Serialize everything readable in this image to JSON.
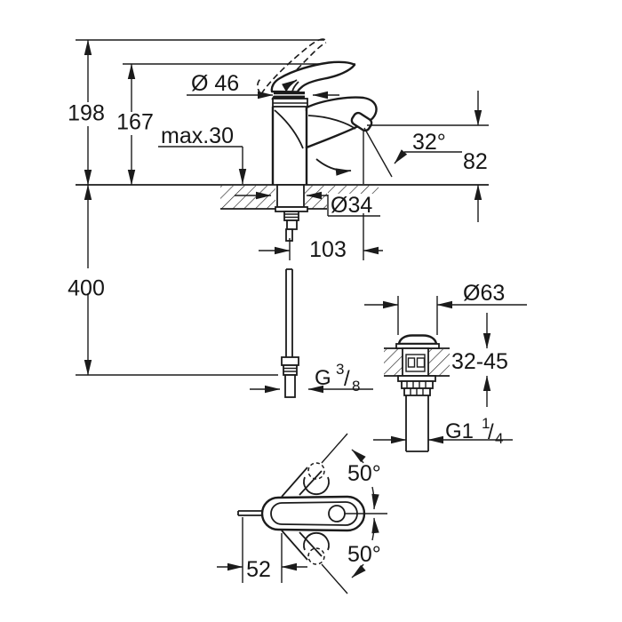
{
  "drawing": {
    "type": "technical-dimension-drawing",
    "subject": "single-lever basin mixer faucet with pop-up waste valve",
    "background_color": "#ffffff",
    "line_color": "#1b1b1b",
    "views": [
      "side-elevation",
      "waste-valve-section",
      "lever-plan-view"
    ]
  },
  "labels": {
    "overall_height": "198",
    "lever_height": "167",
    "max_mounting_thickness": "max.30",
    "body_diameter": "Ø 46",
    "spray_angle": "32°",
    "spout_height": "82",
    "hole_diameter": "Ø34",
    "spout_reach": "103",
    "hose_length": "400",
    "waste_cap_diameter": "Ø63",
    "mounting_range": "32-45",
    "hose_thread_base": "G",
    "hose_thread_sup": "3",
    "hose_thread_slash": "/",
    "hose_thread_sub": "8",
    "waste_thread_base": "G1",
    "waste_thread_sup": "1",
    "waste_thread_slash": "/",
    "waste_thread_sub": "4",
    "swivel_angle_up": "50°",
    "swivel_angle_down": "50°",
    "lever_reach": "52"
  }
}
